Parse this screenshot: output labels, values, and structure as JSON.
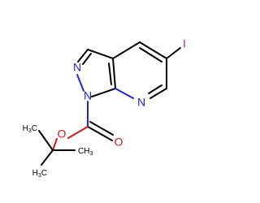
{
  "molecule": {
    "atoms": {
      "n_pyrazole": "N",
      "n1": "N",
      "n_pyridine": "N",
      "iodine": "I",
      "o_carbonyl": "O",
      "o_ester": "O",
      "h3c_top_left": "H3C",
      "ch3_right": "CH3",
      "h3c_bottom": "H3C"
    },
    "colors": {
      "nitrogen": "#1f27c9",
      "oxygen": "#d1181c",
      "iodine": "#9b2aa6",
      "carbon": "#000000"
    }
  }
}
